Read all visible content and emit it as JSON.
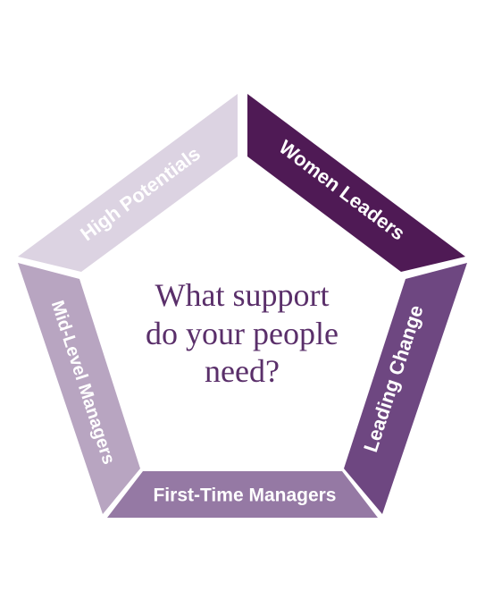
{
  "center": {
    "line1": "What support",
    "line2": "do your people",
    "line3": "need?"
  },
  "segments": [
    {
      "label": "High Potentials",
      "color": "#dcd3e2"
    },
    {
      "label": "Women Leaders",
      "color": "#4f1a55"
    },
    {
      "label": "Leading Change",
      "color": "#6e4781"
    },
    {
      "label": "First-Time Managers",
      "color": "#9579a4"
    },
    {
      "label": "Mid-Level Managers",
      "color": "#b8a5c1"
    }
  ]
}
